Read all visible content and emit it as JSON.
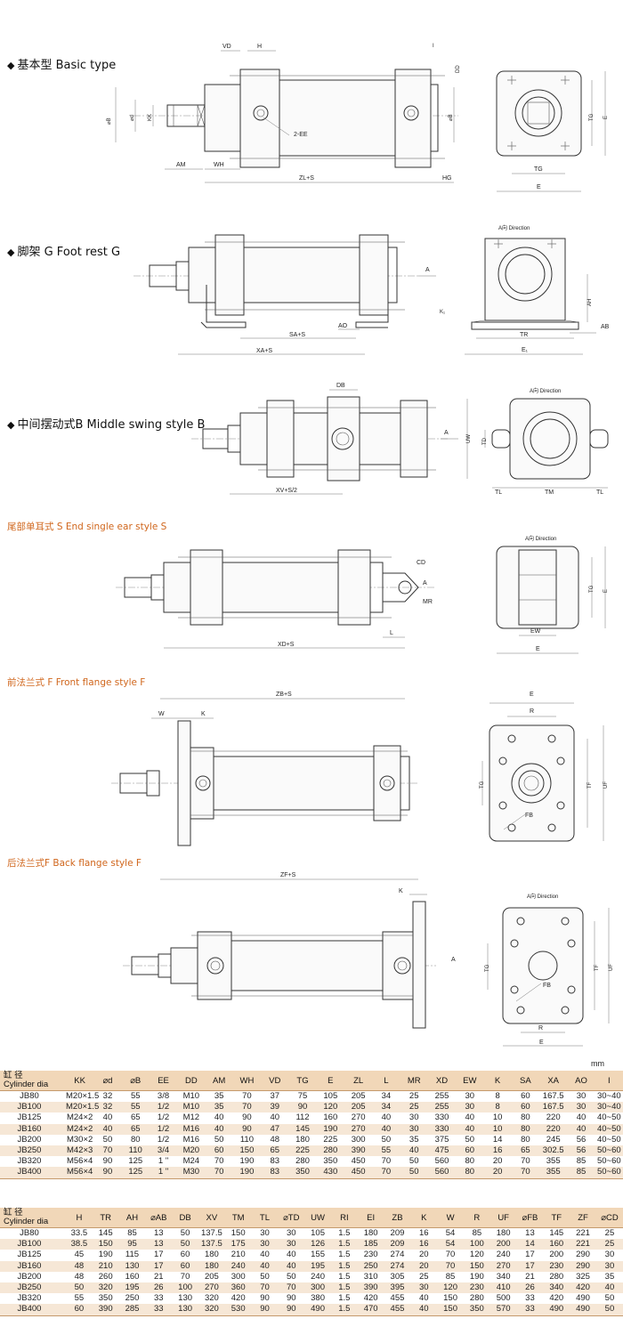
{
  "sections": [
    {
      "title": "基本型  Basic type",
      "style": "black"
    },
    {
      "title": "脚架  G Foot rest G",
      "style": "black"
    },
    {
      "title": "中间摆动式B  Middle swing style B",
      "style": "black"
    },
    {
      "title": "尾部单耳式  S End single ear style S",
      "style": "orange"
    },
    {
      "title": "前法兰式  F Front flange style F",
      "style": "orange"
    },
    {
      "title": "后法兰式F Back flange style F",
      "style": "orange"
    }
  ],
  "direction_label": "A向 Direction",
  "labels": {
    "basic": {
      "VD": "VD",
      "H": "H",
      "I": "I",
      "DD": "DD",
      "phiB": "⌀B",
      "phid": "⌀d",
      "KK": "KK",
      "EE": "2-EE",
      "phiB2": "⌀B",
      "AM": "AM",
      "WH": "WH",
      "ZL": "ZL+S",
      "HG": "HG",
      "TG": "TG",
      "TG2": "TG",
      "E": "E",
      "E2": "E"
    },
    "foot": {
      "A": "A",
      "K1": "K₁",
      "AH": "AH",
      "AB": "AB",
      "AO": "AO",
      "SA": "SA+S",
      "XA": "XA+S",
      "TR": "TR",
      "E1": "E₁"
    },
    "middle": {
      "DB": "DB",
      "A": "A",
      "UW": "UW",
      "TD": "TD",
      "TL": "TL",
      "TM": "TM",
      "TL2": "TL",
      "XV": "XV+S/2"
    },
    "ear": {
      "CD": "CD",
      "A": "A",
      "MR": "MR",
      "L": "L",
      "XD": "XD+S",
      "TG": "TG",
      "E": "E",
      "EW": "EW",
      "E2": "E"
    },
    "front": {
      "ZB": "ZB+S",
      "W": "W",
      "K": "K",
      "E": "E",
      "R": "R",
      "TG": "TG",
      "TF": "TF",
      "UF": "UF",
      "FB": "FB"
    },
    "back": {
      "ZF": "ZF+S",
      "K": "K",
      "A": "A",
      "TG": "TG",
      "TF": "TF",
      "UF": "UF",
      "FB": "FB",
      "R": "R",
      "E": "E"
    }
  },
  "unit": "mm",
  "cylinder_dia_label": [
    "缸  径",
    "Cylinder dia"
  ],
  "table1": {
    "headers": [
      "KK",
      "⌀d",
      "⌀B",
      "EE",
      "DD",
      "AM",
      "WH",
      "VD",
      "TG",
      "E",
      "ZL",
      "L",
      "MR",
      "XD",
      "EW",
      "K",
      "SA",
      "XA",
      "AO",
      "I"
    ],
    "rows": [
      [
        "JB80",
        "M20×1.5",
        "32",
        "55",
        "3/8",
        "M10",
        "35",
        "70",
        "37",
        "75",
        "105",
        "205",
        "34",
        "25",
        "255",
        "30",
        "8",
        "60",
        "167.5",
        "30",
        "30~40"
      ],
      [
        "JB100",
        "M20×1.5",
        "32",
        "55",
        "1/2",
        "M10",
        "35",
        "70",
        "39",
        "90",
        "120",
        "205",
        "34",
        "25",
        "255",
        "30",
        "8",
        "60",
        "167.5",
        "30",
        "30~40"
      ],
      [
        "JB125",
        "M24×2",
        "40",
        "65",
        "1/2",
        "M12",
        "40",
        "90",
        "40",
        "112",
        "160",
        "270",
        "40",
        "30",
        "330",
        "40",
        "10",
        "80",
        "220",
        "40",
        "40~50"
      ],
      [
        "JB160",
        "M24×2",
        "40",
        "65",
        "1/2",
        "M16",
        "40",
        "90",
        "47",
        "145",
        "190",
        "270",
        "40",
        "30",
        "330",
        "40",
        "10",
        "80",
        "220",
        "40",
        "40~50"
      ],
      [
        "JB200",
        "M30×2",
        "50",
        "80",
        "1/2",
        "M16",
        "50",
        "110",
        "48",
        "180",
        "225",
        "300",
        "50",
        "35",
        "375",
        "50",
        "14",
        "80",
        "245",
        "56",
        "40~50"
      ],
      [
        "JB250",
        "M42×3",
        "70",
        "110",
        "3/4",
        "M20",
        "60",
        "150",
        "65",
        "225",
        "280",
        "390",
        "55",
        "40",
        "475",
        "60",
        "16",
        "65",
        "302.5",
        "56",
        "50~60"
      ],
      [
        "JB320",
        "M56×4",
        "90",
        "125",
        "1 \"",
        "M24",
        "70",
        "190",
        "83",
        "280",
        "350",
        "450",
        "70",
        "50",
        "560",
        "80",
        "20",
        "70",
        "355",
        "85",
        "50~60"
      ],
      [
        "JB400",
        "M56×4",
        "90",
        "125",
        "1 \"",
        "M30",
        "70",
        "190",
        "83",
        "350",
        "430",
        "450",
        "70",
        "50",
        "560",
        "80",
        "20",
        "70",
        "355",
        "85",
        "50~60"
      ]
    ]
  },
  "table2": {
    "headers": [
      "H",
      "TR",
      "AH",
      "⌀AB",
      "DB",
      "XV",
      "TM",
      "TL",
      "⌀TD",
      "UW",
      "RI",
      "EI",
      "ZB",
      "K",
      "W",
      "R",
      "UF",
      "⌀FB",
      "TF",
      "ZF",
      "⌀CD"
    ],
    "rows": [
      [
        "JB80",
        "33.5",
        "145",
        "85",
        "13",
        "50",
        "137.5",
        "150",
        "30",
        "30",
        "105",
        "1.5",
        "180",
        "209",
        "16",
        "54",
        "85",
        "180",
        "13",
        "145",
        "221",
        "25"
      ],
      [
        "JB100",
        "38.5",
        "150",
        "95",
        "13",
        "50",
        "137.5",
        "175",
        "30",
        "30",
        "126",
        "1.5",
        "185",
        "209",
        "16",
        "54",
        "100",
        "200",
        "14",
        "160",
        "221",
        "25"
      ],
      [
        "JB125",
        "45",
        "190",
        "115",
        "17",
        "60",
        "180",
        "210",
        "40",
        "40",
        "155",
        "1.5",
        "230",
        "274",
        "20",
        "70",
        "120",
        "240",
        "17",
        "200",
        "290",
        "30"
      ],
      [
        "JB160",
        "48",
        "210",
        "130",
        "17",
        "60",
        "180",
        "240",
        "40",
        "40",
        "195",
        "1.5",
        "250",
        "274",
        "20",
        "70",
        "150",
        "270",
        "17",
        "230",
        "290",
        "30"
      ],
      [
        "JB200",
        "48",
        "260",
        "160",
        "21",
        "70",
        "205",
        "300",
        "50",
        "50",
        "240",
        "1.5",
        "310",
        "305",
        "25",
        "85",
        "190",
        "340",
        "21",
        "280",
        "325",
        "35"
      ],
      [
        "JB250",
        "50",
        "320",
        "195",
        "26",
        "100",
        "270",
        "360",
        "70",
        "70",
        "300",
        "1.5",
        "390",
        "395",
        "30",
        "120",
        "230",
        "410",
        "26",
        "340",
        "420",
        "40"
      ],
      [
        "JB320",
        "55",
        "350",
        "250",
        "33",
        "130",
        "320",
        "420",
        "90",
        "90",
        "380",
        "1.5",
        "420",
        "455",
        "40",
        "150",
        "280",
        "500",
        "33",
        "420",
        "490",
        "50"
      ],
      [
        "JB400",
        "60",
        "390",
        "285",
        "33",
        "130",
        "320",
        "530",
        "90",
        "90",
        "490",
        "1.5",
        "470",
        "455",
        "40",
        "150",
        "350",
        "570",
        "33",
        "490",
        "490",
        "50"
      ]
    ]
  }
}
